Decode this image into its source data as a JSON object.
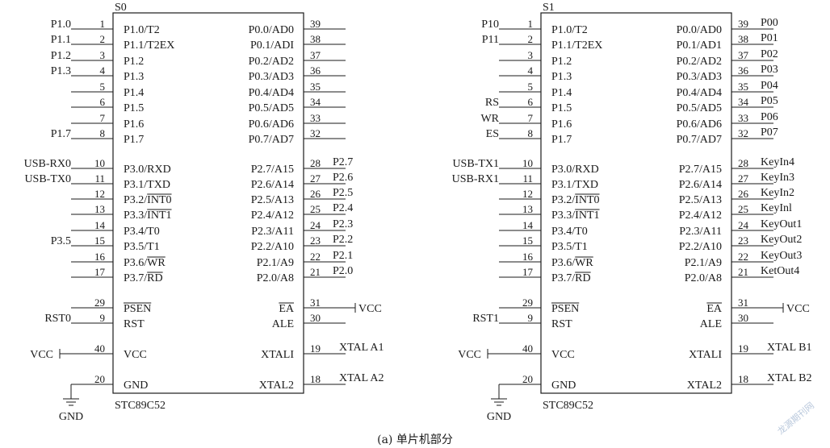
{
  "caption": "(a) 单片机部分",
  "watermark": "龙源期刊网",
  "gnd_label": "GND",
  "vcc_label": "VCC",
  "chips": [
    {
      "title": "S0",
      "part": "STC89C52",
      "left": [
        {
          "num": "1",
          "name": "P1.0/T2",
          "net": "P1.0"
        },
        {
          "num": "2",
          "name": "P1.1/T2EX",
          "net": "P1.1"
        },
        {
          "num": "3",
          "name": "P1.2",
          "net": "P1.2"
        },
        {
          "num": "4",
          "name": "P1.3",
          "net": "P1.3"
        },
        {
          "num": "5",
          "name": "P1.4",
          "net": ""
        },
        {
          "num": "6",
          "name": "P1.5",
          "net": ""
        },
        {
          "num": "7",
          "name": "P1.6",
          "net": ""
        },
        {
          "num": "8",
          "name": "P1.7",
          "net": "P1.7"
        },
        {
          "num": "10",
          "name": "P3.0/RXD",
          "net": "USB-RX0"
        },
        {
          "num": "11",
          "name": "P3.1/TXD",
          "net": "USB-TX0"
        },
        {
          "num": "12",
          "name": "P3.2/INT0",
          "net": ""
        },
        {
          "num": "13",
          "name": "P3.3/INT1",
          "net": ""
        },
        {
          "num": "14",
          "name": "P3.4/T0",
          "net": ""
        },
        {
          "num": "15",
          "name": "P3.5/T1",
          "net": "P3.5"
        },
        {
          "num": "16",
          "name": "P3.6/WR",
          "net": ""
        },
        {
          "num": "17",
          "name": "P3.7/RD",
          "net": ""
        },
        {
          "num": "29",
          "name": "PSEN",
          "net": ""
        },
        {
          "num": "9",
          "name": "RST",
          "net": "RST0"
        },
        {
          "num": "40",
          "name": "VCC",
          "net": "VCC"
        },
        {
          "num": "20",
          "name": "GND",
          "net": "GND"
        }
      ],
      "right": [
        {
          "num": "39",
          "name": "P0.0/AD0",
          "net": ""
        },
        {
          "num": "38",
          "name": "P0.1/ADI",
          "net": ""
        },
        {
          "num": "37",
          "name": "P0.2/AD2",
          "net": ""
        },
        {
          "num": "36",
          "name": "P0.3/AD3",
          "net": ""
        },
        {
          "num": "35",
          "name": "P0.4/AD4",
          "net": ""
        },
        {
          "num": "34",
          "name": "P0.5/AD5",
          "net": ""
        },
        {
          "num": "33",
          "name": "P0.6/AD6",
          "net": ""
        },
        {
          "num": "32",
          "name": "P0.7/AD7",
          "net": ""
        },
        {
          "num": "28",
          "name": "P2.7/A15",
          "net": "P2.7"
        },
        {
          "num": "27",
          "name": "P2.6/A14",
          "net": "P2.6"
        },
        {
          "num": "26",
          "name": "P2.5/A13",
          "net": "P2.5"
        },
        {
          "num": "25",
          "name": "P2.4/A12",
          "net": "P2.4"
        },
        {
          "num": "24",
          "name": "P2.3/A11",
          "net": "P2.3"
        },
        {
          "num": "23",
          "name": "P2.2/A10",
          "net": "P2.2"
        },
        {
          "num": "22",
          "name": "P2.1/A9",
          "net": "P2.1"
        },
        {
          "num": "21",
          "name": "P2.0/A8",
          "net": "P2.0"
        },
        {
          "num": "31",
          "name": "EA",
          "net": "VCC"
        },
        {
          "num": "30",
          "name": "ALE",
          "net": ""
        },
        {
          "num": "19",
          "name": "XTALI",
          "net": "XTAL A1"
        },
        {
          "num": "18",
          "name": "XTAL2",
          "net": "XTAL A2"
        }
      ]
    },
    {
      "title": "S1",
      "part": "STC89C52",
      "left": [
        {
          "num": "1",
          "name": "P1.0/T2",
          "net": "P10"
        },
        {
          "num": "2",
          "name": "P1.1/T2EX",
          "net": "P11"
        },
        {
          "num": "3",
          "name": "P1.2",
          "net": ""
        },
        {
          "num": "4",
          "name": "P1.3",
          "net": ""
        },
        {
          "num": "5",
          "name": "P1.4",
          "net": ""
        },
        {
          "num": "6",
          "name": "P1.5",
          "net": "RS"
        },
        {
          "num": "7",
          "name": "P1.6",
          "net": "WR"
        },
        {
          "num": "8",
          "name": "P1.7",
          "net": "ES"
        },
        {
          "num": "10",
          "name": "P3.0/RXD",
          "net": "USB-TX1"
        },
        {
          "num": "11",
          "name": "P3.1/TXD",
          "net": "USB-RX1"
        },
        {
          "num": "12",
          "name": "P3.2/INT0",
          "net": ""
        },
        {
          "num": "13",
          "name": "P3.3/INT1",
          "net": ""
        },
        {
          "num": "14",
          "name": "P3.4/T0",
          "net": ""
        },
        {
          "num": "15",
          "name": "P3.5/T1",
          "net": ""
        },
        {
          "num": "16",
          "name": "P3.6/WR",
          "net": ""
        },
        {
          "num": "17",
          "name": "P3.7/RD",
          "net": ""
        },
        {
          "num": "29",
          "name": "PSEN",
          "net": ""
        },
        {
          "num": "9",
          "name": "RST",
          "net": "RST1"
        },
        {
          "num": "40",
          "name": "VCC",
          "net": "VCC"
        },
        {
          "num": "20",
          "name": "GND",
          "net": "GND"
        }
      ],
      "right": [
        {
          "num": "39",
          "name": "P0.0/AD0",
          "net": "P00"
        },
        {
          "num": "38",
          "name": "P0.1/AD1",
          "net": "P01"
        },
        {
          "num": "37",
          "name": "P0.2/AD2",
          "net": "P02"
        },
        {
          "num": "36",
          "name": "P0.3/AD3",
          "net": "P03"
        },
        {
          "num": "35",
          "name": "P0.4/AD4",
          "net": "P04"
        },
        {
          "num": "34",
          "name": "P0.5/AD5",
          "net": "P05"
        },
        {
          "num": "33",
          "name": "P0.6/AD6",
          "net": "P06"
        },
        {
          "num": "32",
          "name": "P0.7/AD7",
          "net": "P07"
        },
        {
          "num": "28",
          "name": "P2.7/A15",
          "net": "KeyIn4"
        },
        {
          "num": "27",
          "name": "P2.6/A14",
          "net": "KeyIn3"
        },
        {
          "num": "26",
          "name": "P2.5/A13",
          "net": "KeyIn2"
        },
        {
          "num": "25",
          "name": "P2.4/A12",
          "net": "KeyInl"
        },
        {
          "num": "24",
          "name": "P2.3/A11",
          "net": "KeyOut1"
        },
        {
          "num": "23",
          "name": "P2.2/A10",
          "net": "KeyOut2"
        },
        {
          "num": "22",
          "name": "P2.1/A9",
          "net": "KeyOut3"
        },
        {
          "num": "21",
          "name": "P2.0/A8",
          "net": "KetOut4"
        },
        {
          "num": "31",
          "name": "EA",
          "net": "VCC"
        },
        {
          "num": "30",
          "name": "ALE",
          "net": ""
        },
        {
          "num": "19",
          "name": "XTALI",
          "net": "XTAL B1"
        },
        {
          "num": "18",
          "name": "XTAL2",
          "net": "XTAL B2"
        }
      ]
    }
  ]
}
